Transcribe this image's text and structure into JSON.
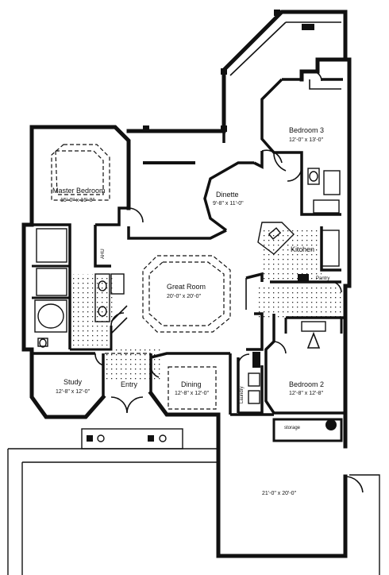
{
  "rooms": {
    "master_bedroom": {
      "label": "Master Bedroom",
      "size": "15'-0\" x 16'-8\""
    },
    "bedroom3": {
      "label": "Bedroom 3",
      "size": "12'-0\" x 13'-0\""
    },
    "dinette": {
      "label": "Dinette",
      "size": "9'-8\" x 11'-0\""
    },
    "great_room": {
      "label": "Great Room",
      "size": "20'-0\" x 20'-0\""
    },
    "kitchen": {
      "label": "Kitchen"
    },
    "pantry": {
      "label": "Pantry"
    },
    "study": {
      "label": "Study",
      "size": "12'-8\" x 12'-0\""
    },
    "entry": {
      "label": "Entry"
    },
    "dining": {
      "label": "Dining",
      "size": "12'-8\" x 12'-0\""
    },
    "laundry": {
      "label": "Laundry"
    },
    "bedroom2": {
      "label": "Bedroom 2",
      "size": "12'-8\" x 12'-8\""
    },
    "storage": {
      "label": "storage"
    },
    "garage": {
      "size": "21'-0\" x 20'-0\""
    },
    "ahu": {
      "label": "AHU"
    }
  }
}
